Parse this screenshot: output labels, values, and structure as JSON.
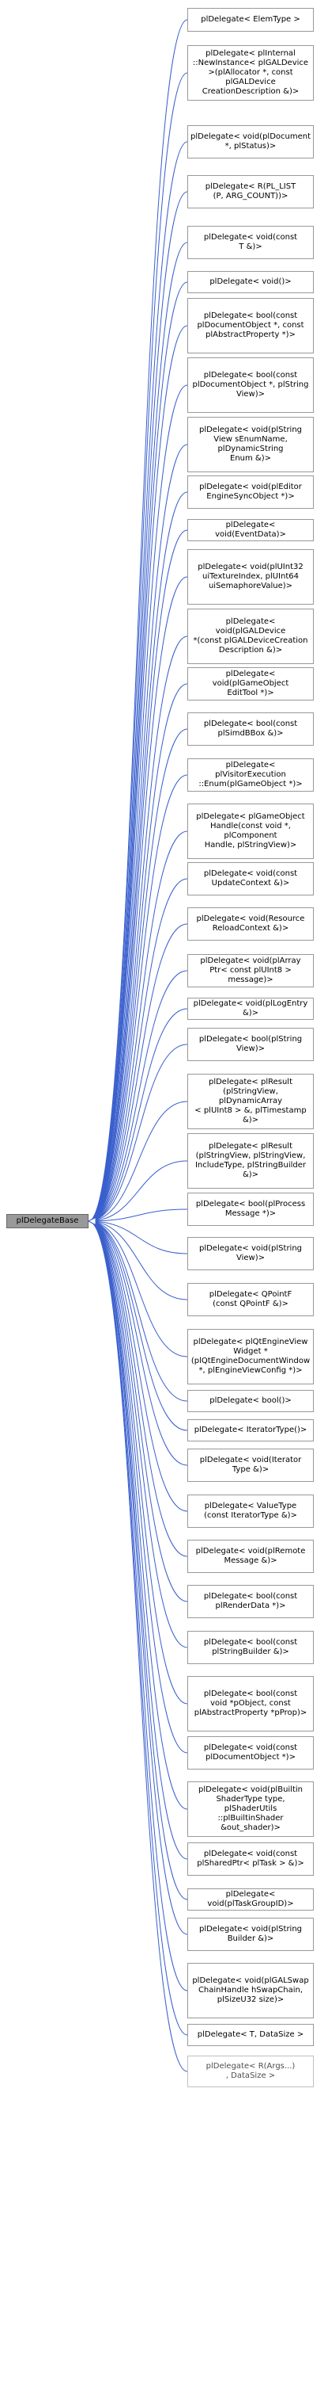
{
  "base": {
    "label": "plDelegateBase"
  },
  "colors": {
    "edge": "#3a5fcd",
    "base_fill": "#999999",
    "node_border": "#999999"
  },
  "nodes": [
    "plDelegate< ElemType >",
    "plDelegate< plInternal\n::NewInstance< plGALDevice\n>(plAllocator *, const plGALDevice\nCreationDescription &)>",
    "plDelegate< void(plDocument\n*, plStatus)>",
    "plDelegate< R(PL_LIST\n(P, ARG_COUNT))>",
    "plDelegate< void(const\nT &)>",
    "plDelegate< void()>",
    "plDelegate< bool(const\nplDocumentObject *, const\nplAbstractProperty *)>",
    "plDelegate< bool(const\nplDocumentObject *, plString\nView)>",
    "plDelegate< void(plString\nView sEnumName, plDynamicString\nEnum &)>",
    "plDelegate< void(plEditor\nEngineSyncObject *)>",
    "plDelegate< void(EventData)>",
    "plDelegate< void(plUInt32\nuiTextureIndex, plUInt64\nuiSemaphoreValue)>",
    "plDelegate< void(plGALDevice\n*(const plGALDeviceCreation\nDescription &)>",
    "plDelegate< void(plGameObject\nEditTool *)>",
    "plDelegate< bool(const\nplSimdBBox &)>",
    "plDelegate< plVisitorExecution\n::Enum(plGameObject *)>",
    "plDelegate< plGameObject\nHandle(const void *, plComponent\nHandle, plStringView)>",
    "plDelegate< void(const\nUpdateContext &)>",
    "plDelegate< void(Resource\nReloadContext &)>",
    "plDelegate< void(plArray\nPtr< const plUInt8 > message)>",
    "plDelegate< void(plLogEntry &)>",
    "plDelegate< bool(plString\nView)>",
    "plDelegate< plResult\n(plStringView, plDynamicArray\n< plUInt8 > &, plTimestamp &)>",
    "plDelegate< plResult\n(plStringView, plStringView,\nIncludeType, plStringBuilder &)>",
    "plDelegate< bool(plProcess\nMessage *)>",
    "plDelegate< void(plString\nView)>",
    "plDelegate< QPointF\n(const QPointF &)>",
    "plDelegate< plQtEngineView\nWidget *(plQtEngineDocumentWindow\n*, plEngineViewConfig *)>",
    "plDelegate< bool()>",
    "plDelegate< IteratorType()>",
    "plDelegate< void(Iterator\nType &)>",
    "plDelegate< ValueType\n(const IteratorType &)>",
    "plDelegate< void(plRemote\nMessage &)>",
    "plDelegate< bool(const\nplRenderData *)>",
    "plDelegate< bool(const\nplStringBuilder &)>",
    "plDelegate< bool(const\nvoid *pObject, const\nplAbstractProperty *pProp)>",
    "plDelegate< void(const\nplDocumentObject *)>",
    "plDelegate< void(plBuiltin\nShaderType type, plShaderUtils\n::plBuiltinShader &out_shader)>",
    "plDelegate< void(const\nplSharedPtr< plTask > &)>",
    "plDelegate< void(plTaskGroupID)>",
    "plDelegate< void(plString\nBuilder &)>",
    "plDelegate< void(plGALSwap\nChainHandle hSwapChain,\nplSizeU32 size)>",
    "plDelegate< T, DataSize >",
    "plDelegate< R(Args...)\n, DataSize >"
  ]
}
